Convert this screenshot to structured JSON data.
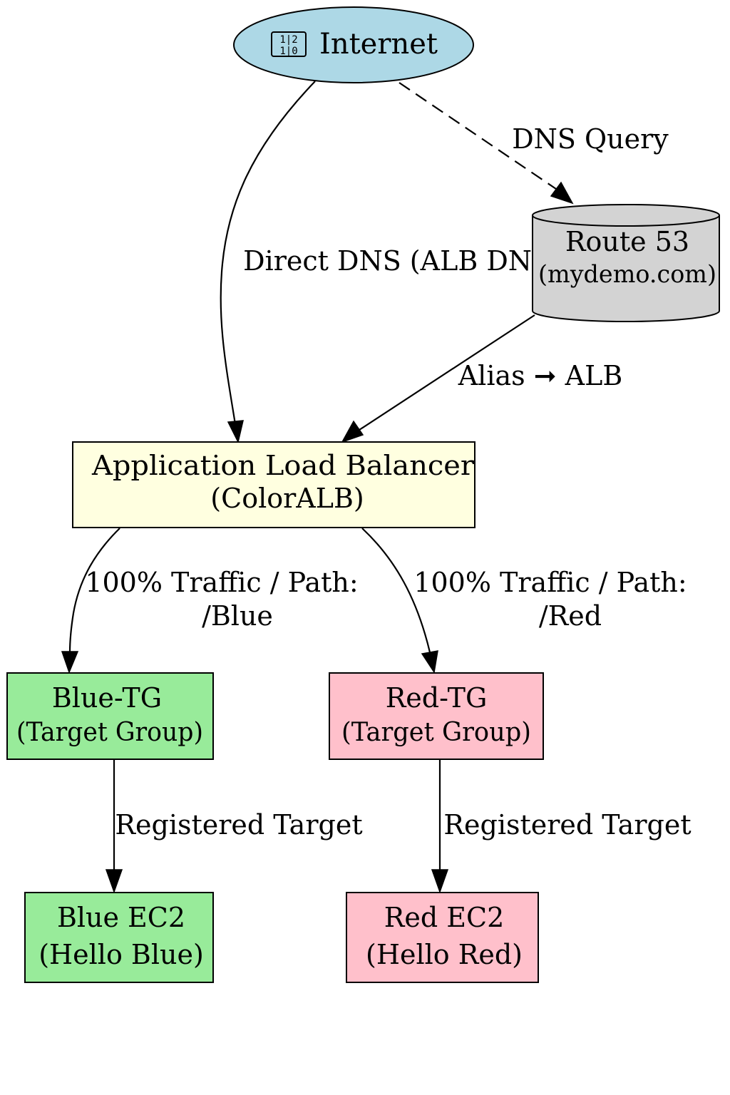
{
  "nodes": {
    "internet": {
      "icon": "internet-icon",
      "label": "Internet",
      "fill": "#add8e6"
    },
    "route53": {
      "line1": "Route 53",
      "line2": "(mydemo.com)",
      "fill": "#d3d3d3"
    },
    "alb": {
      "line1": "Application Load Balancer",
      "line2": "(ColorALB)",
      "fill": "#ffffe0"
    },
    "blue_tg": {
      "line1": "Blue-TG",
      "line2": "(Target Group)",
      "fill": "#98eb9a"
    },
    "red_tg": {
      "line1": "Red-TG",
      "line2": "(Target Group)",
      "fill": "#ffc0cb"
    },
    "blue_ec2": {
      "line1": "Blue EC2",
      "line2": "(Hello Blue)",
      "fill": "#98eb9a"
    },
    "red_ec2": {
      "line1": "Red EC2",
      "line2": "(Hello Red)",
      "fill": "#ffc0cb"
    }
  },
  "edges": {
    "dns_query": {
      "label": "DNS Query",
      "style": "dashed"
    },
    "direct_dns": {
      "label": "Direct DNS (ALB DNS)",
      "style": "solid"
    },
    "alias": {
      "label": "Alias ➞ ALB",
      "style": "solid"
    },
    "blue_traffic": {
      "line1": "100% Traffic / Path:",
      "line2": "/Blue",
      "style": "solid"
    },
    "red_traffic": {
      "line1": "100% Traffic / Path:",
      "line2": "/Red",
      "style": "solid"
    },
    "blue_registered": {
      "label": "Registered Target",
      "style": "solid"
    },
    "red_registered": {
      "label": "Registered Target",
      "style": "solid"
    }
  }
}
